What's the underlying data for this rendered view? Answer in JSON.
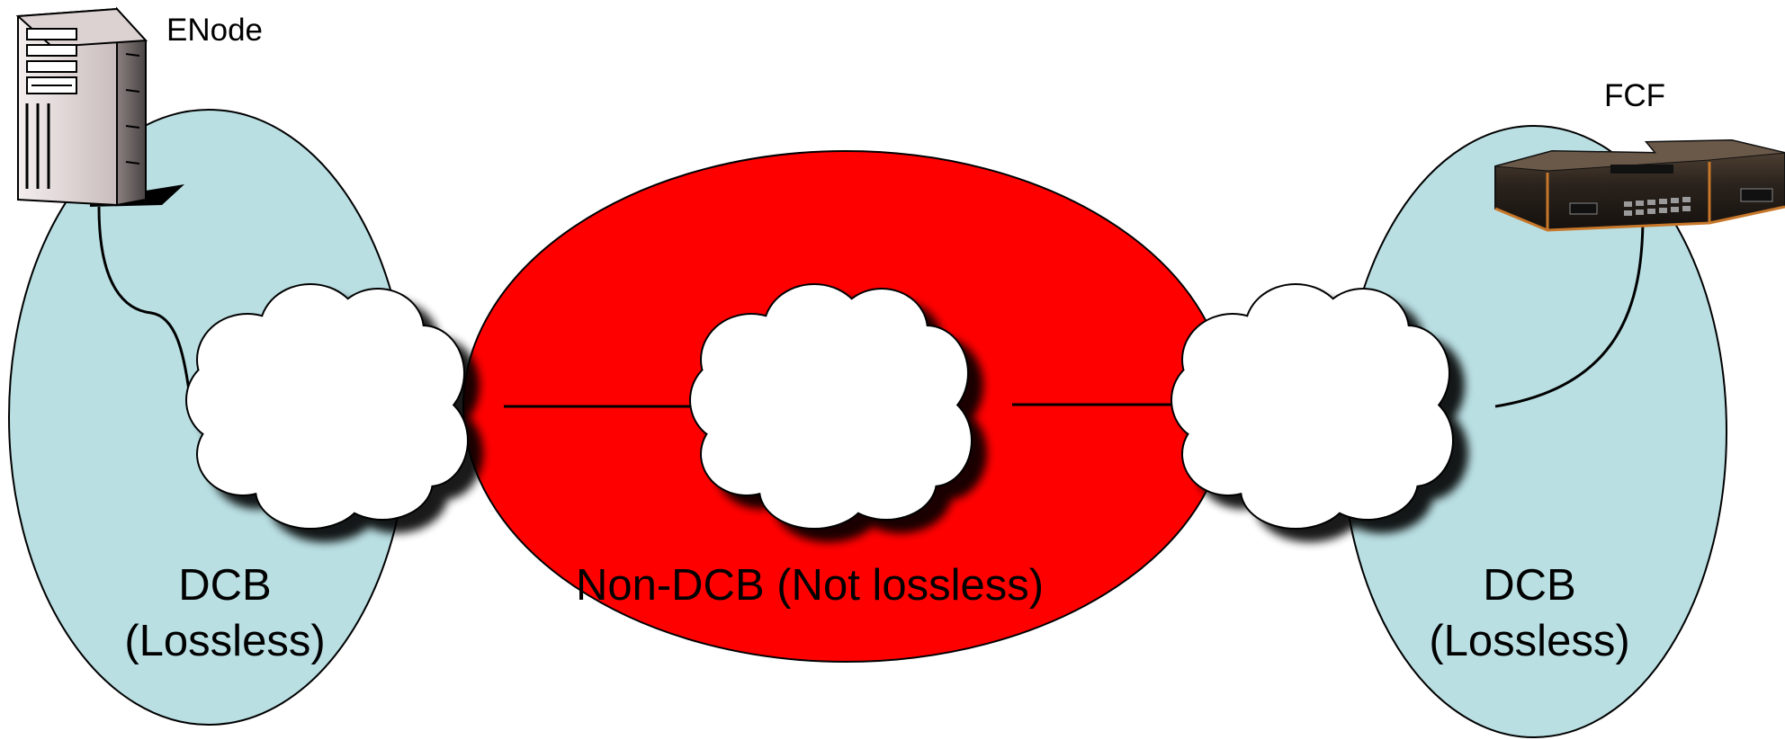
{
  "devices": {
    "enode": {
      "label": "ENode",
      "icon": "server-tower-icon"
    },
    "fcf": {
      "label": "FCF",
      "icon": "network-switch-icon"
    }
  },
  "zones": {
    "left": {
      "line1": "DCB",
      "line2": "(Lossless)",
      "color": "#b9dfe3"
    },
    "middle": {
      "label": "Non-DCB (Not lossless)",
      "color": "#ff0000"
    },
    "right": {
      "line1": "DCB",
      "line2": "(Lossless)",
      "color": "#b9dfe3"
    }
  },
  "clouds": {
    "count": 3,
    "fill": "#ffffff",
    "shadow": "#000000"
  }
}
